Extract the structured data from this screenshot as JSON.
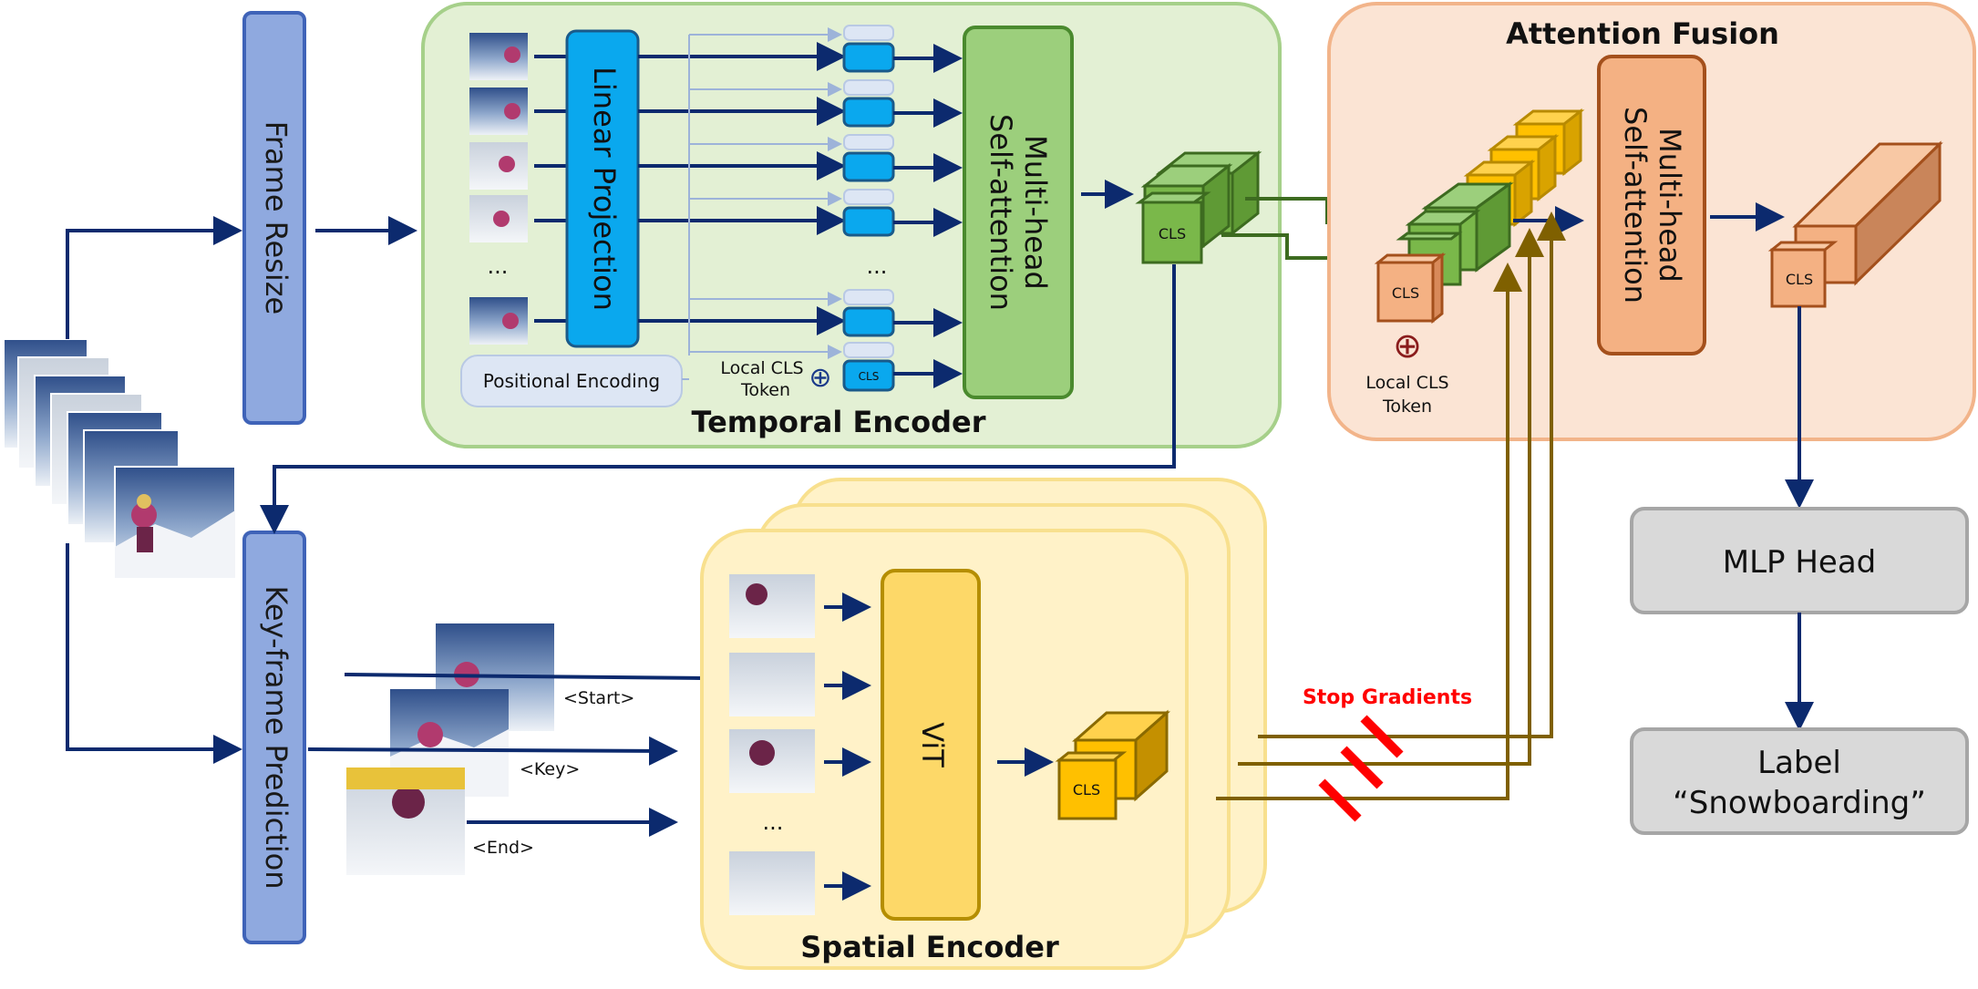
{
  "colors": {
    "arrow_navy": "#0c2a6e",
    "blue_box": "#8fa9df",
    "blue_border": "#3f63b8",
    "temporal_bg": "#e3f0d4",
    "temporal_border": "#a6d08a",
    "cyan_block": "#0aa8ee",
    "cyan_border": "#1a5a8a",
    "green_block": "#9ccf7c",
    "green_border": "#4a8a2e",
    "cube_green": "#7ab84a",
    "cube_green_dark": "#4f8a2a",
    "fusion_bg": "#fbe4d4",
    "fusion_border": "#f2b48a",
    "orange_block": "#f4b183",
    "orange_border": "#a4501c",
    "spatial_bg": "#fff2c8",
    "spatial_border": "#f8e08e",
    "vit_block": "#fdd868",
    "vit_border": "#b58e00",
    "gold_cube": "#ffc000",
    "gold_dark": "#b88a00",
    "olive_arrow": "#7f6000",
    "stop_red": "#ff0000",
    "gray_box": "#d9d9d9",
    "gray_border": "#a6a6a6"
  },
  "labels": {
    "frame_resize": "Frame Resize",
    "keyframe_prediction": "Key-frame Prediction",
    "linear_projection": "Linear Projection",
    "positional_encoding": "Positional Encoding",
    "local_cls_token": "Local CLS",
    "local_cls_token_2": "Token",
    "cls_small": "CLS",
    "mhsa_line1": "Multi-head",
    "mhsa_line2": "Self-attention",
    "temporal_encoder": "Temporal  Encoder",
    "cls": "CLS",
    "ellipsis": "...",
    "attention_fusion": "Attention Fusion",
    "mlp_head": "MLP Head",
    "label_line1": "Label",
    "label_line2": "“Snowboarding”",
    "start_tag": "<Start>",
    "key_tag": "<Key>",
    "end_tag": "<End>",
    "vit": "ViT",
    "spatial_encoder": "Spatial  Encoder",
    "stop_gradients": "Stop Gradients",
    "oplus": "⊕"
  }
}
